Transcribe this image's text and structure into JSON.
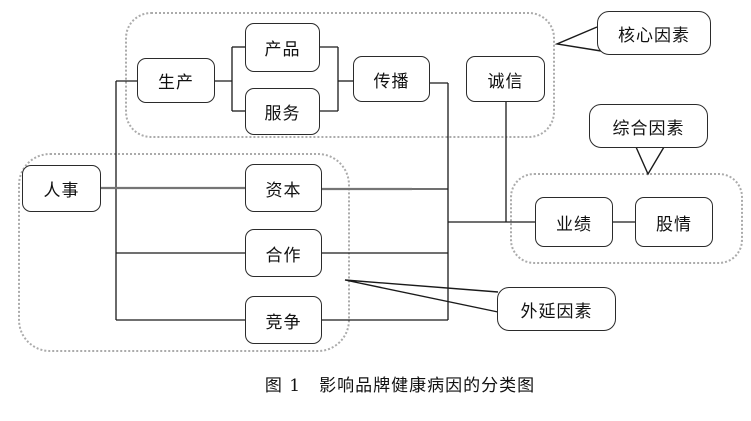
{
  "diagram": {
    "caption": "图 1　影响品牌健康病因的分类图",
    "nodes": {
      "production": "生产",
      "product": "产品",
      "service": "服务",
      "communication": "传播",
      "integrity": "诚信",
      "personnel": "人事",
      "capital": "资本",
      "cooperation": "合作",
      "competition": "竞争",
      "performance": "业绩",
      "stock": "股情"
    },
    "callouts": {
      "core": "核心因素",
      "comprehensive": "综合因素",
      "extension": "外延因素"
    },
    "colors": {
      "connector": "#1a1a1a",
      "gray_connector": "#757575",
      "dotted_border": "#ababab",
      "box_border": "#2b2b2b"
    }
  }
}
